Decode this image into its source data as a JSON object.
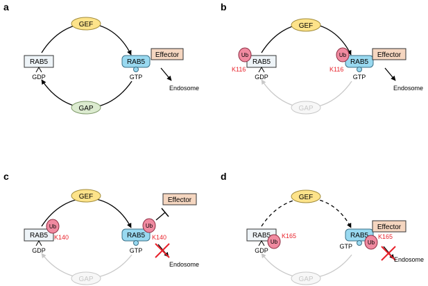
{
  "colors": {
    "gef_fill": "#fde38a",
    "gef_stroke": "#a28c3a",
    "gap_fill": "#dcebd0",
    "gap_stroke": "#7f9a6a",
    "rab_gtp_fill": "#99d9f0",
    "rab_gtp_stroke": "#3a6f86",
    "rab_gdp_fill": "#eef4f8",
    "ub_fill": "#f08aa0",
    "ub_stroke": "#8c2b40",
    "effector_fill": "#f5d6c0",
    "lysine_red": "#e8212a",
    "faded": "#c8c8c8",
    "ink": "#000000"
  },
  "panels": {
    "a": {
      "letter": "a",
      "gef": "GEF",
      "gap": "GAP",
      "rab_gdp": "RAB5",
      "gdp": "GDP",
      "rab_gtp": "RAB5",
      "gtp": "GTP",
      "effector": "Effector",
      "endosome": "Endosome"
    },
    "b": {
      "letter": "b",
      "gef": "GEF",
      "gap": "GAP",
      "rab_gdp": "RAB5",
      "gdp": "GDP",
      "rab_gtp": "RAB5",
      "gtp": "GTP",
      "effector": "Effector",
      "endosome": "Endosome",
      "ub_gdp": "Ub",
      "k_gdp": "K116",
      "ub_gtp": "Ub",
      "k_gtp": "K116"
    },
    "c": {
      "letter": "c",
      "gef": "GEF",
      "gap": "GAP",
      "rab_gdp": "RAB5",
      "gdp": "GDP",
      "rab_gtp": "RAB5",
      "gtp": "GTP",
      "effector": "Effector",
      "endosome": "Endosome",
      "ub_gdp": "Ub",
      "k_gdp": "K140",
      "ub_gtp": "Ub",
      "k_gtp": "K140"
    },
    "d": {
      "letter": "d",
      "gef": "GEF",
      "gap": "GAP",
      "rab_gdp": "RAB5",
      "gdp": "GDP",
      "rab_gtp": "RAB5",
      "gtp": "GTP",
      "effector": "Effector",
      "endosome": "Endosome",
      "ub_gdp": "Ub",
      "k_gdp": "K165",
      "ub_gtp": "Ub",
      "k_gtp": "K165"
    }
  }
}
